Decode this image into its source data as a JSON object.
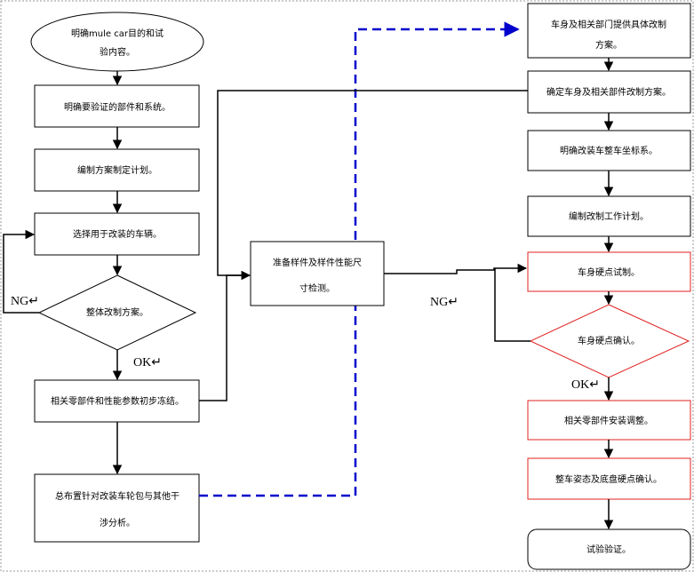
{
  "left": {
    "n1": [
      "明确mule car目的和试",
      "验内容。"
    ],
    "n2": "明确要验证的部件和系统。",
    "n3": "编制方案制定计划。",
    "n4": "选择用于改装的车辆。",
    "d1": "整体改制方案。",
    "n5": "相关零部件和性能参数初步冻结。",
    "n6": [
      "总布置针对改装车轮包与其他干",
      "涉分析。"
    ]
  },
  "middle": {
    "n1": [
      "准备样件及样件性能尺",
      "寸检测。"
    ]
  },
  "right": {
    "n1": [
      "车身及相关部门提供具体改制",
      "方案。"
    ],
    "n2": "确定车身及相关部件改制方案。",
    "n3": "明确改装车整车坐标系。",
    "n4": "编制改制工作计划。",
    "n5": "车身硬点试制。",
    "d1": "车身硬点确认。",
    "n6": "相关零部件安装调整。",
    "n7": "整车姿态及底盘硬点确认。",
    "n8": "试验验证。"
  },
  "labels": {
    "ng_left": "NG↵",
    "ok_left": "OK↵",
    "ng_mid": "NG↵",
    "ok_right": "OK↵"
  },
  "colors": {
    "normal_border": "#000000",
    "highlight_border": "#e02020",
    "dashed_arrow": "#0000cc"
  }
}
